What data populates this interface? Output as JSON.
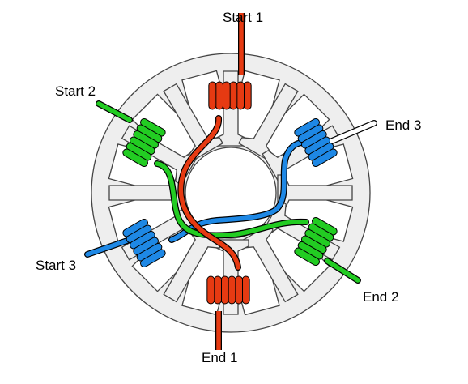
{
  "labels": {
    "start1": "Start 1",
    "end1": "End 1",
    "start2": "Start 2",
    "end2": "End 2",
    "start3": "Start 3",
    "end3": "End 3"
  },
  "colors": {
    "phase1": "#e63a12",
    "phase2": "#22cc22",
    "phase3": "#1e88e5",
    "end3_lead": "#ffffff",
    "stator": "#eeeeee",
    "outline": "#444444"
  }
}
